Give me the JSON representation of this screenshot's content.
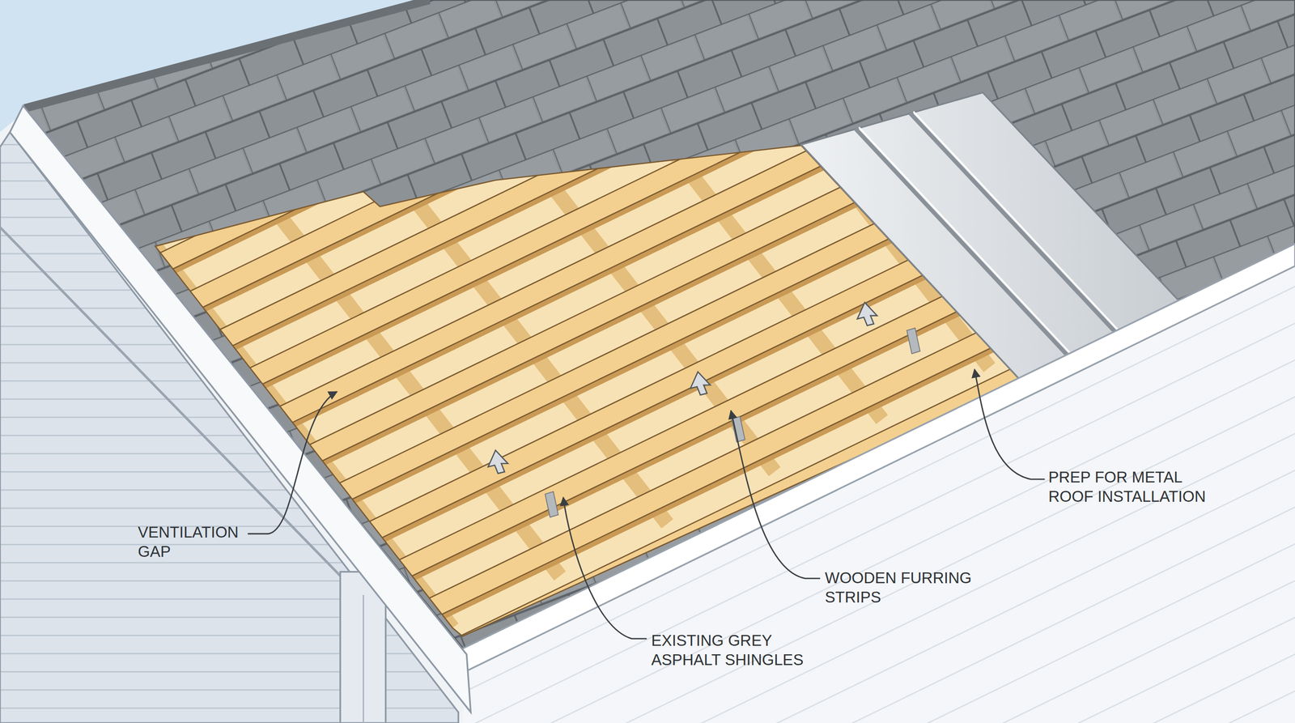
{
  "diagram": {
    "labels": [
      "PREP FOR METAL ROOF INSTALLATION",
      "VENTILATION GAP",
      "WOODEN FURRING STRIPS",
      "EXISTING GREY ASPHALT SHINGLES"
    ]
  }
}
